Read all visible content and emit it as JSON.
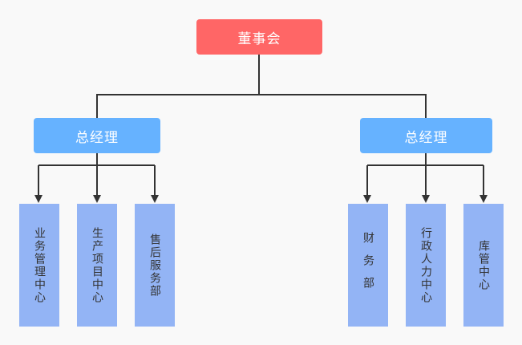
{
  "root": {
    "label": "董事会",
    "color": "#ff6666"
  },
  "managers": [
    {
      "label": "总经理",
      "color": "#66b2ff"
    },
    {
      "label": "总经理",
      "color": "#66b2ff"
    }
  ],
  "left_departments": [
    {
      "label": "业务管理中心"
    },
    {
      "label": "生产项目中心"
    },
    {
      "label": "售后服务部"
    }
  ],
  "right_departments": [
    {
      "label": "财务部"
    },
    {
      "label": "行政人力中心"
    },
    {
      "label": "库管中心"
    }
  ],
  "colors": {
    "background": "#f9f9f9",
    "department_fill": "#93b4f5",
    "connector": "#333333"
  }
}
